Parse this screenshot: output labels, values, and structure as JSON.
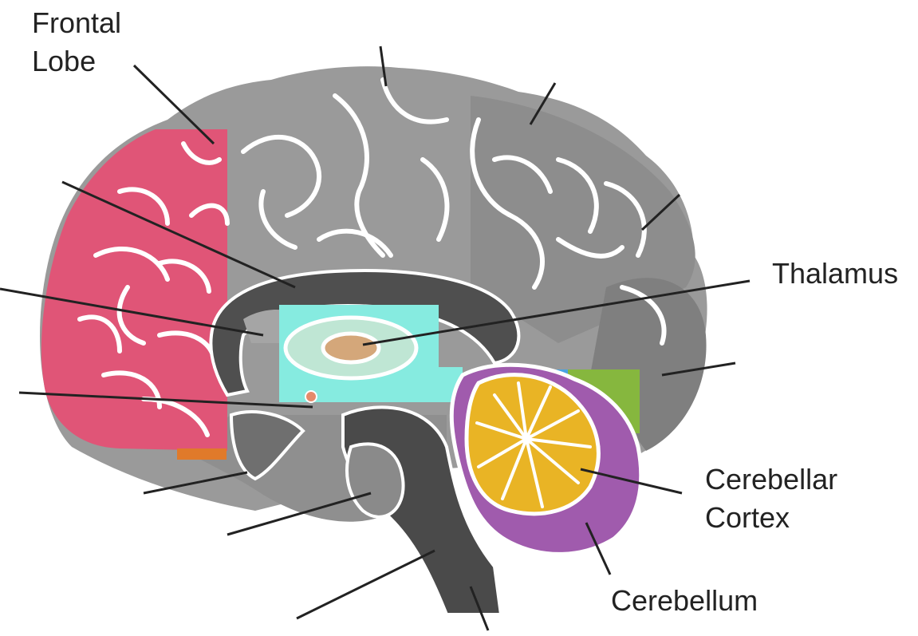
{
  "colors": {
    "background": "#ffffff",
    "cortex_light": "#9a9a9a",
    "cortex_mid": "#8c8c8c",
    "cortex_dark": "#7d7d7d",
    "corpus_callosum": "#4f4f4f",
    "brainstem": "#4a4a4a",
    "frontal_lobe": "#e05577",
    "thalamus": "#d4a77a",
    "thalamus_ring": "#bfe6d4",
    "limbic_box": "#86ebe0",
    "cerebellum": "#a05bad",
    "cerebellar_cortex": "#e9b425",
    "occipital_patch": "#86b73e",
    "small_accent": "#e07a2a",
    "sulcus_line": "#ffffff",
    "leader_line": "#222222",
    "label_text": "#222222"
  },
  "labels": {
    "frontal_lobe_line1": "Frontal",
    "frontal_lobe_line2": "Lobe",
    "thalamus": "Thalamus",
    "cerebellar_cortex_line1": "Cerebellar",
    "cerebellar_cortex_line2": "Cortex",
    "cerebellum": "Cerebellum"
  }
}
